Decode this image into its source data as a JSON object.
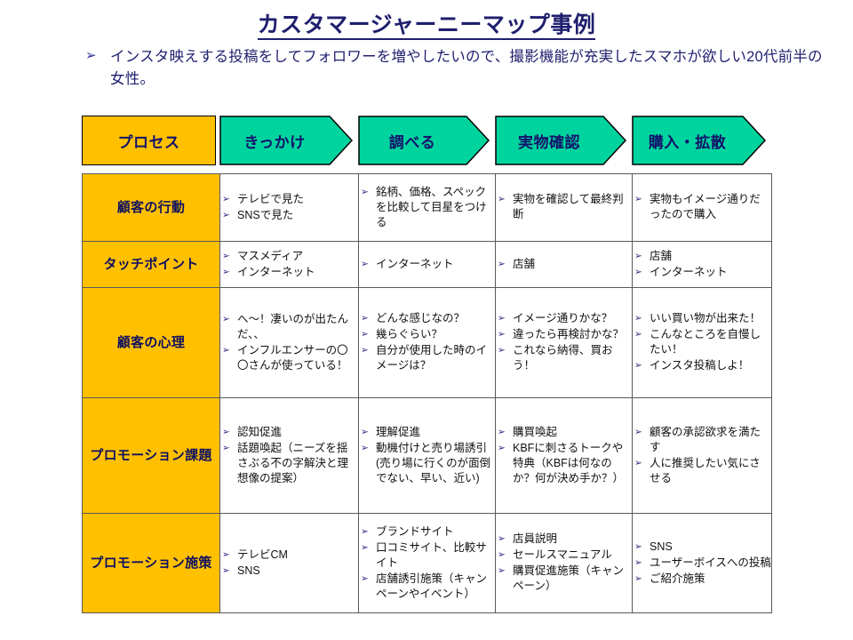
{
  "title": "カスタマージャーニーマップ事例",
  "subtitle": {
    "bullet": "➢",
    "text": "インスタ映えする投稿をしてフォロワーを増やしたいので、撮影機能が充実したスマホが欲しい20代前半の女性。"
  },
  "colors": {
    "gold": "#FFC000",
    "green": "#00D49E",
    "navy": "#12126B",
    "border": "#595959"
  },
  "process_header": {
    "first_label": "プロセス",
    "stages": [
      "きっかけ",
      "調べる",
      "実物確認",
      "購入・拡散"
    ]
  },
  "rows": [
    {
      "label": "顧客の行動",
      "cells": [
        [
          "テレビで見た",
          "SNSで見た"
        ],
        [
          "銘柄、価格、スペックを比較して目星をつける"
        ],
        [
          "実物を確認して最終判断"
        ],
        [
          "実物もイメージ通りだったので購入"
        ]
      ]
    },
    {
      "label": "タッチポイント",
      "cells": [
        [
          "マスメディア",
          "インターネット"
        ],
        [
          "インターネット"
        ],
        [
          "店舗"
        ],
        [
          "店舗",
          "インターネット"
        ]
      ]
    },
    {
      "label": "顧客の心理",
      "cells": [
        [
          "へ〜！凄いのが出たんだ、、",
          "インフルエンサーの〇〇さんが使っている！"
        ],
        [
          "どんな感じなの？",
          "幾らぐらい？",
          "自分が使用した時のイメージは？"
        ],
        [
          "イメージ通りかな？",
          "違ったら再検討かな？",
          "これなら納得、買おう！"
        ],
        [
          "いい買い物が出来た！",
          "こんなところを自慢したい！",
          "インスタ投稿しよ！"
        ]
      ]
    },
    {
      "label": "プロモーション課題",
      "cells": [
        [
          "認知促進",
          "話題喚起（ニーズを揺さぶる不の字解決と理想像の提案）"
        ],
        [
          "理解促進",
          "動機付けと売り場誘引(売り場に行くのが面倒でない、早い、近い)"
        ],
        [
          "購買喚起",
          "KBFに刺さるトークや特典（KBFは何なのか？何が決め手か？）"
        ],
        [
          "顧客の承認欲求を満たす",
          "人に推奨したい気にさせる"
        ]
      ]
    },
    {
      "label": "プロモーション施策",
      "cells": [
        [
          "テレビCM",
          "SNS"
        ],
        [
          "ブランドサイト",
          "口コミサイト、比較サイト",
          "店舗誘引施策（キャンペーンやイベント）"
        ],
        [
          "店員説明",
          "セールスマニュアル",
          "購買促進施策（キャンペーン）"
        ],
        [
          "SNS",
          "ユーザーボイスへの投稿",
          "ご紹介施策"
        ]
      ]
    }
  ],
  "bullet_glyph": "➢"
}
